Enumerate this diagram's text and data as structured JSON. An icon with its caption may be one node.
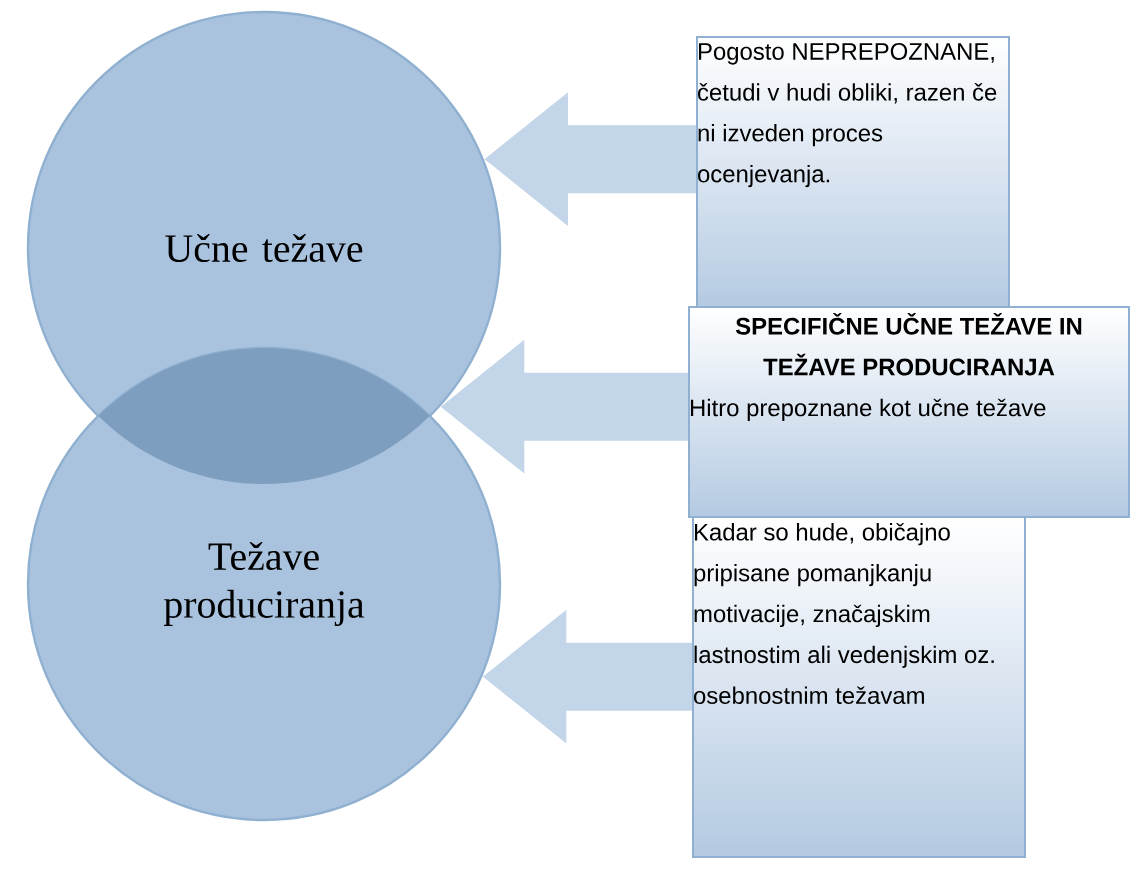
{
  "diagram": {
    "nodes": [
      {
        "text": [
          "Učne težave"
        ]
      },
      {
        "text": [
          "Težave produciranja"
        ]
      },
      {
        "text": [
          "Pogosto NEPREPOZNANE, četudi v hudi obliki, razen če ni izveden proces ocenjevanja."
        ]
      },
      {
        "text": [
          "SPECIFIČNE UČNE TEŽAVE IN TEŽAVE PRODUCIRANJA",
          "Hitro prepoznane kot učne težave"
        ]
      },
      {
        "text": [
          "Kadar so hude, običajno pripisane pomanjkanju motivacije, značajskim lastnostim ali vedenjskim oz. osebnostnim težavam"
        ]
      }
    ],
    "edges": [
      {
        "from": 2,
        "to": 0,
        "arrow": "to"
      },
      {
        "from": 3,
        "to": 0,
        "arrow": "to"
      },
      {
        "from": 4,
        "to": 1,
        "arrow": "to"
      }
    ]
  }
}
